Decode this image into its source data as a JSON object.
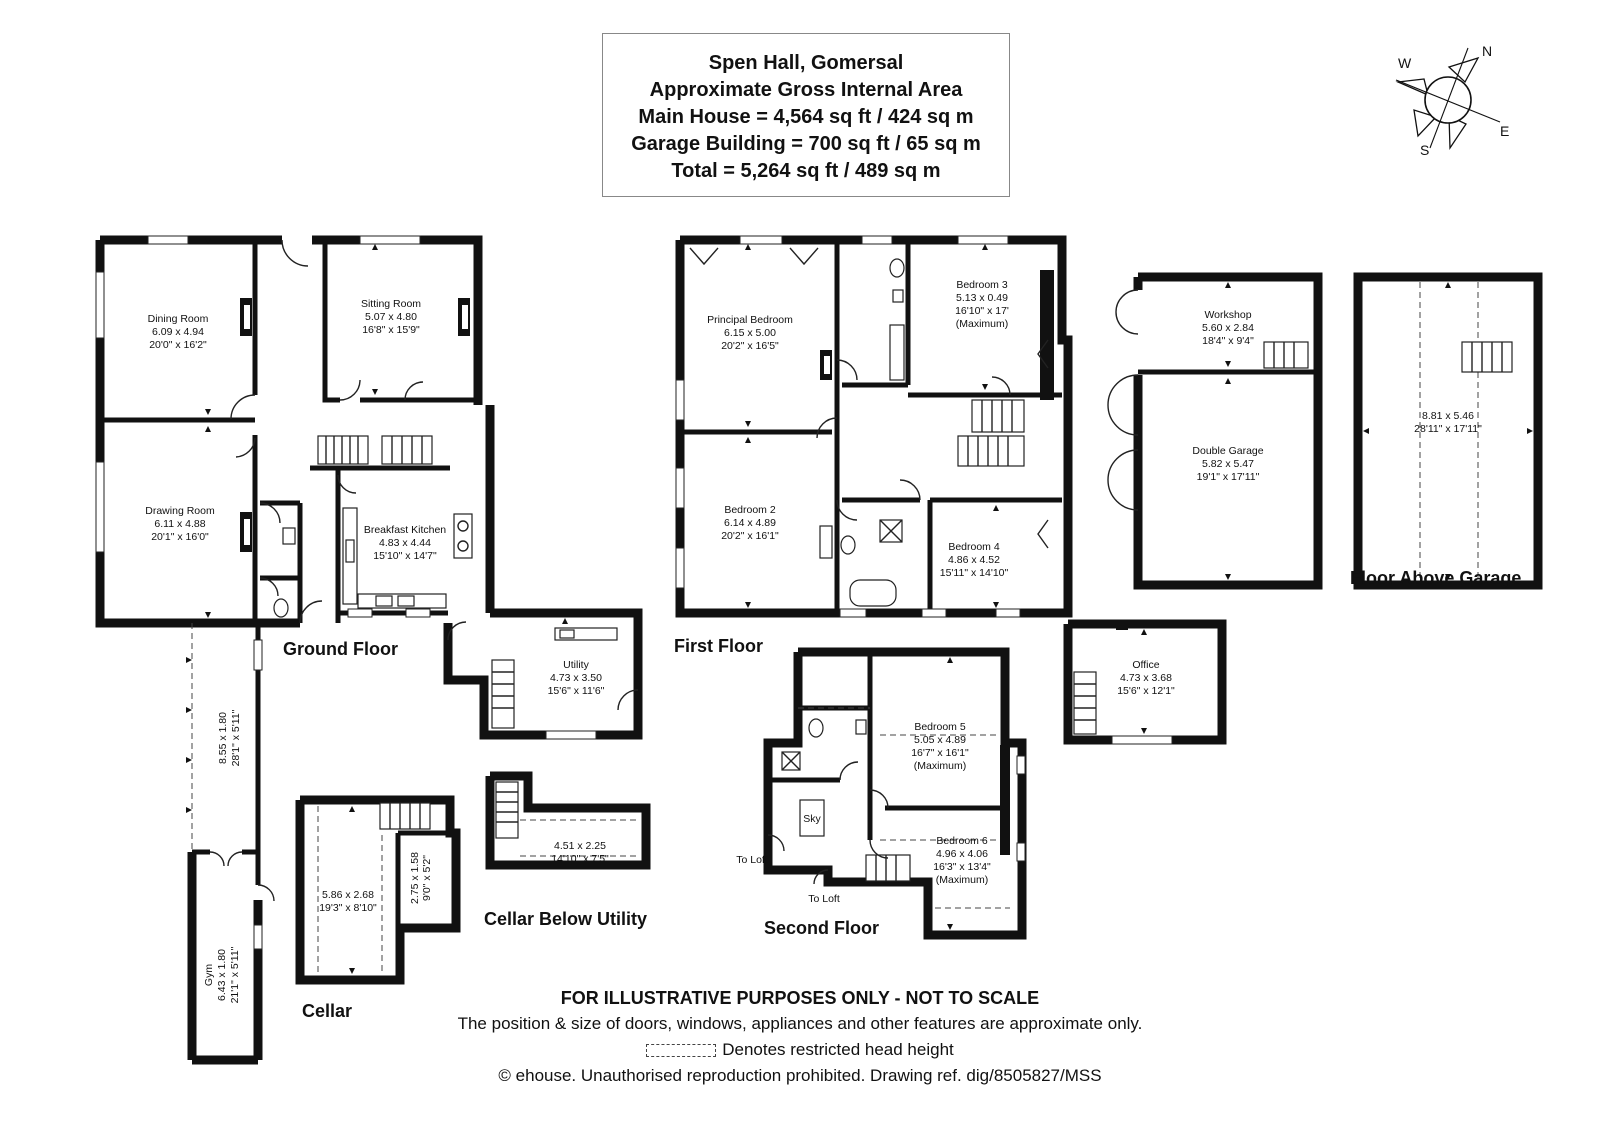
{
  "title": {
    "line1": "Spen Hall, Gomersal",
    "line2": "Approximate Gross Internal Area",
    "line3": "Main House = 4,564 sq ft / 424 sq m",
    "line4": "Garage Building = 700 sq ft / 65 sq m",
    "line5": "Total = 5,264 sq ft / 489 sq m"
  },
  "compass": {
    "n": "N",
    "e": "E",
    "s": "S",
    "w": "W"
  },
  "floors": {
    "ground": "Ground Floor",
    "first": "First Floor",
    "second": "Second Floor",
    "cellar": "Cellar",
    "cellar_below_utility": "Cellar Below Utility",
    "floor_above_garage": "Floor Above Garage"
  },
  "rooms": {
    "dining": {
      "name": "Dining Room",
      "metric": "6.09 x 4.94",
      "imperial": "20'0\" x 16'2\""
    },
    "sitting": {
      "name": "Sitting Room",
      "metric": "5.07 x 4.80",
      "imperial": "16'8\" x 15'9\""
    },
    "drawing": {
      "name": "Drawing Room",
      "metric": "6.11 x 4.88",
      "imperial": "20'1\" x 16'0\""
    },
    "kitchen": {
      "name": "Breakfast Kitchen",
      "metric": "4.83 x 4.44",
      "imperial": "15'10\" x 14'7\""
    },
    "utility": {
      "name": "Utility",
      "metric": "4.73 x 3.50",
      "imperial": "15'6\" x 11'6\""
    },
    "gym": {
      "name": "Gym",
      "metric": "6.43 x 1.80",
      "imperial": "21'1\" x 5'11\""
    },
    "corridor": {
      "metric": "8.55 x 1.80",
      "imperial": "28'1\" x 5'11\""
    },
    "cellar_main": {
      "metric": "5.86 x 2.68",
      "imperial": "19'3\" x 8'10\""
    },
    "cellar_small": {
      "metric": "2.75 x 1.58",
      "imperial": "9'0\" x 5'2\""
    },
    "cellar_utility": {
      "metric": "4.51 x 2.25",
      "imperial": "14'10\" x 7'5\""
    },
    "principal": {
      "name": "Principal Bedroom",
      "metric": "6.15 x 5.00",
      "imperial": "20'2\" x 16'5\""
    },
    "bed2": {
      "name": "Bedroom 2",
      "metric": "6.14 x 4.89",
      "imperial": "20'2\" x 16'1\""
    },
    "bed3": {
      "name": "Bedroom 3",
      "metric": "5.13 x 0.49",
      "imperial": "16'10\" x 17'",
      "note": "(Maximum)"
    },
    "bed4": {
      "name": "Bedroom 4",
      "metric": "4.86 x 4.52",
      "imperial": "15'11\" x 14'10\""
    },
    "bed5": {
      "name": "Bedroom 5",
      "metric": "5.05 x 4.89",
      "imperial": "16'7\" x 16'1\"",
      "note": "(Maximum)"
    },
    "bed6": {
      "name": "Bedroom 6",
      "metric": "4.96 x 4.06",
      "imperial": "16'3\" x 13'4\"",
      "note": "(Maximum)"
    },
    "sky": {
      "name": "Sky"
    },
    "to_loft": "To Loft",
    "workshop": {
      "name": "Workshop",
      "metric": "5.60 x 2.84",
      "imperial": "18'4\" x 9'4\""
    },
    "garage": {
      "name": "Double Garage",
      "metric": "5.82 x 5.47",
      "imperial": "19'1\" x 17'11\""
    },
    "office": {
      "name": "Office",
      "metric": "4.73 x 3.68",
      "imperial": "15'6\" x 12'1\""
    },
    "above_garage": {
      "metric": "8.81 x 5.46",
      "imperial": "28'11\" x 17'11\""
    }
  },
  "footer": {
    "line1": "FOR ILLUSTRATIVE PURPOSES ONLY - NOT TO SCALE",
    "line2": "The position & size of doors, windows, appliances and other features are approximate only.",
    "line3": "Denotes restricted head height",
    "line4": "© ehouse. Unauthorised reproduction prohibited. Drawing ref. dig/8505827/MSS"
  }
}
